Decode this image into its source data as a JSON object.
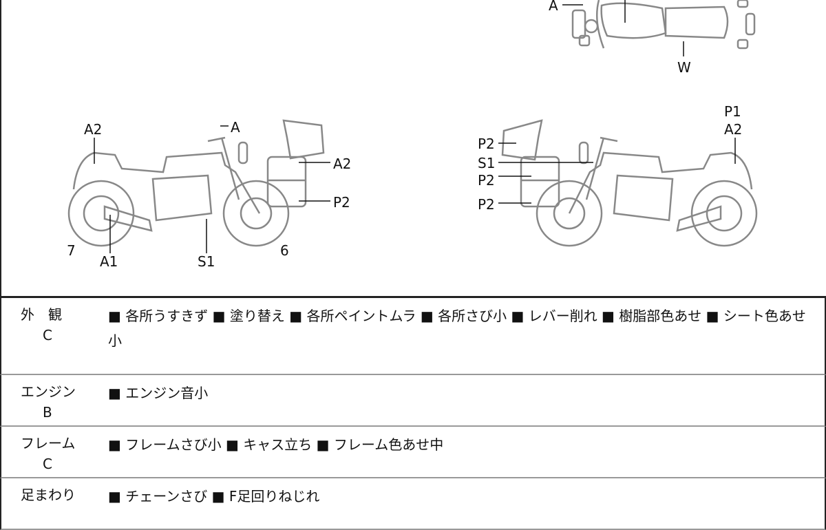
{
  "diagram": {
    "top_labels": [
      "A",
      "W"
    ],
    "left_labels": [
      "A2",
      "A",
      "A2",
      "P2",
      "7",
      "A1",
      "S1",
      "6"
    ],
    "right_labels": [
      "P1",
      "A2",
      "P2",
      "S1",
      "P2",
      "P2"
    ]
  },
  "rows": [
    {
      "name": "外　観",
      "grade": "C",
      "items": "■ 各所うすきず ■ 塗り替え ■ 各所ペイントムラ ■ 各所さび小 ■ レバー削れ ■ 樹脂部色あせ ■ シート色あせ小"
    },
    {
      "name": "エンジン",
      "grade": "B",
      "items": "■ エンジン音小"
    },
    {
      "name": "フレーム",
      "grade": "C",
      "items": "■ フレームさび小 ■ キャス立ち ■ フレーム色あせ中"
    },
    {
      "name": "足まわり",
      "grade": "",
      "items": "■ チェーンさび ■ F足回りねじれ"
    }
  ]
}
